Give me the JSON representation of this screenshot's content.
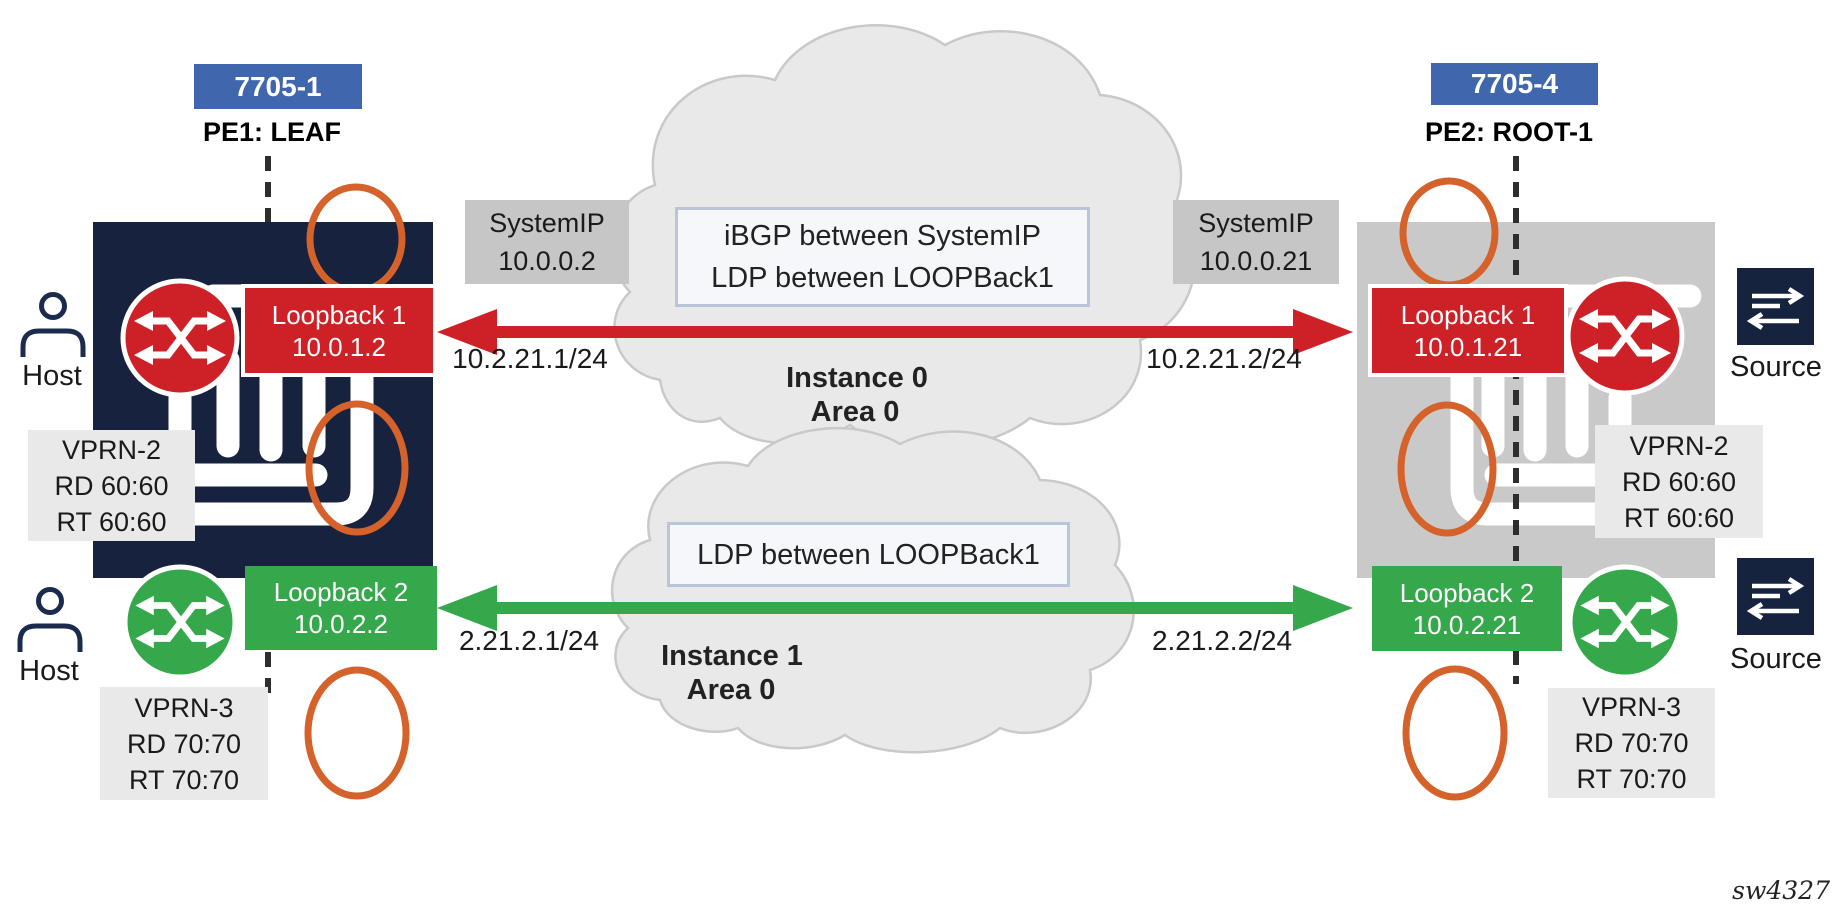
{
  "watermark": "sw4327",
  "left": {
    "badge": "7705-1",
    "title": "PE1: LEAF",
    "host_top": "Host",
    "host_bottom": "Host",
    "system_ip": [
      "SystemIP",
      "10.0.0.2"
    ],
    "loopback1": [
      "Loopback 1",
      "10.0.1.2"
    ],
    "loopback2": [
      "Loopback 2",
      "10.0.2.2"
    ],
    "vprn2": [
      "VPRN-2",
      "RD 60:60",
      "RT 60:60"
    ],
    "vprn3": [
      "VPRN-3",
      "RD 70:70",
      "RT 70:70"
    ]
  },
  "right": {
    "badge": "7705-4",
    "title": "PE2: ROOT-1",
    "source_top": "Source",
    "source_bottom": "Source",
    "system_ip": [
      "SystemIP",
      "10.0.0.21"
    ],
    "loopback1": [
      "Loopback 1",
      "10.0.1.21"
    ],
    "loopback2": [
      "Loopback 2",
      "10.0.2.21"
    ],
    "vprn2": [
      "VPRN-2",
      "RD 60:60",
      "RT 60:60"
    ],
    "vprn3": [
      "VPRN-3",
      "RD 70:70",
      "RT 70:70"
    ]
  },
  "core_top": {
    "note_line1": "iBGP between SystemIP",
    "note_line2": "LDP between LOOPBack1",
    "instance": "Instance 0",
    "area": "Area 0",
    "ip_left": "10.2.21.1/24",
    "ip_right": "10.2.21.2/24"
  },
  "core_bottom": {
    "note": "LDP between LOOPBack1",
    "instance": "Instance 1",
    "area": "Area 0",
    "ip_left": "2.21.2.1/24",
    "ip_right": "2.21.2.2/24"
  },
  "colors": {
    "red": "#ce2127",
    "green": "#35a84c",
    "navy": "#16223e",
    "device_gray": "#c9c9c9",
    "orange": "#d4622a",
    "badge_blue": "#4067ae",
    "cloud": "#e9e9e9"
  }
}
